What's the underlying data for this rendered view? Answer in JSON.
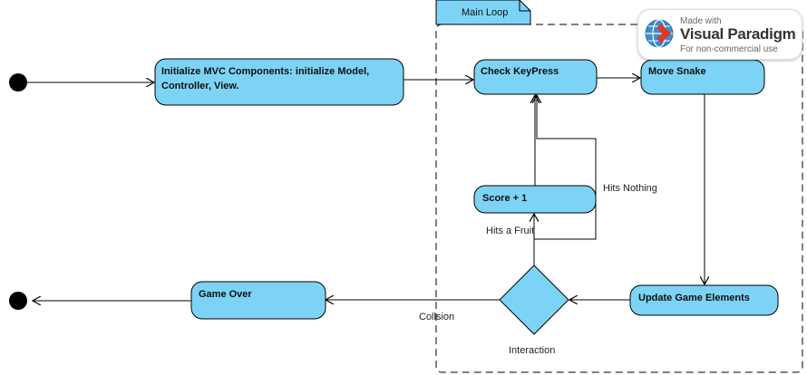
{
  "frame": {
    "label": "Main Loop"
  },
  "nodes": {
    "init": {
      "line1": "Initialize MVC Components: initialize Model,",
      "line2": "Controller,  View."
    },
    "check_keypress": "Check KeyPress",
    "move_snake": "Move Snake",
    "score": "Score + 1",
    "update": "Update Game Elements",
    "game_over": "Game Over"
  },
  "decision": {
    "label": "Interaction"
  },
  "edges": {
    "hits_fruit": "Hits a Fruit",
    "hits_nothing": "Hits Nothing",
    "collision": "Collsion"
  },
  "watermark": {
    "made_with": "Made with",
    "brand": "Visual Paradigm",
    "note": "For non-commercial use"
  },
  "colors": {
    "node_fill": "#7dd3f5",
    "stroke": "#000000",
    "frame_tab": "#7dd3f5"
  }
}
